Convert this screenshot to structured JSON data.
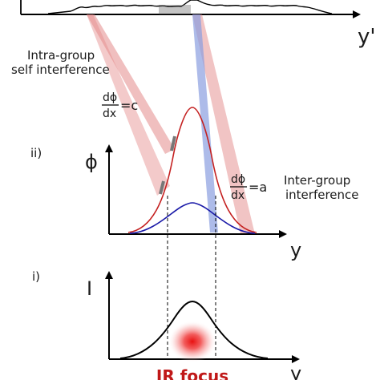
{
  "top_axis": {
    "label": "y'"
  },
  "annotations": {
    "intra_group_line1": "Intra-group",
    "intra_group_line2": "self interference",
    "inter_group_line1": "Inter-group",
    "inter_group_line2": "interference",
    "deriv_c_num": "dϕ",
    "deriv_c_den": "dx",
    "deriv_c_value": "=c",
    "deriv_a_num": "dϕ",
    "deriv_a_den": "dx",
    "deriv_a_value": "=a"
  },
  "panel_ii": {
    "tag": "ii)",
    "y_axis_label": "ϕ",
    "x_axis_label": "y"
  },
  "panel_i": {
    "tag": "i)",
    "y_axis_label": "I",
    "x_axis_label": "y",
    "focus_label": "IR focus"
  },
  "colors": {
    "red_curve": "#c42020",
    "blue_curve": "#1a1aa8",
    "red_beam": "#e48a8a",
    "blue_beam": "#8a9ee0",
    "focus_spot": "#e02020",
    "axis": "#000000"
  }
}
